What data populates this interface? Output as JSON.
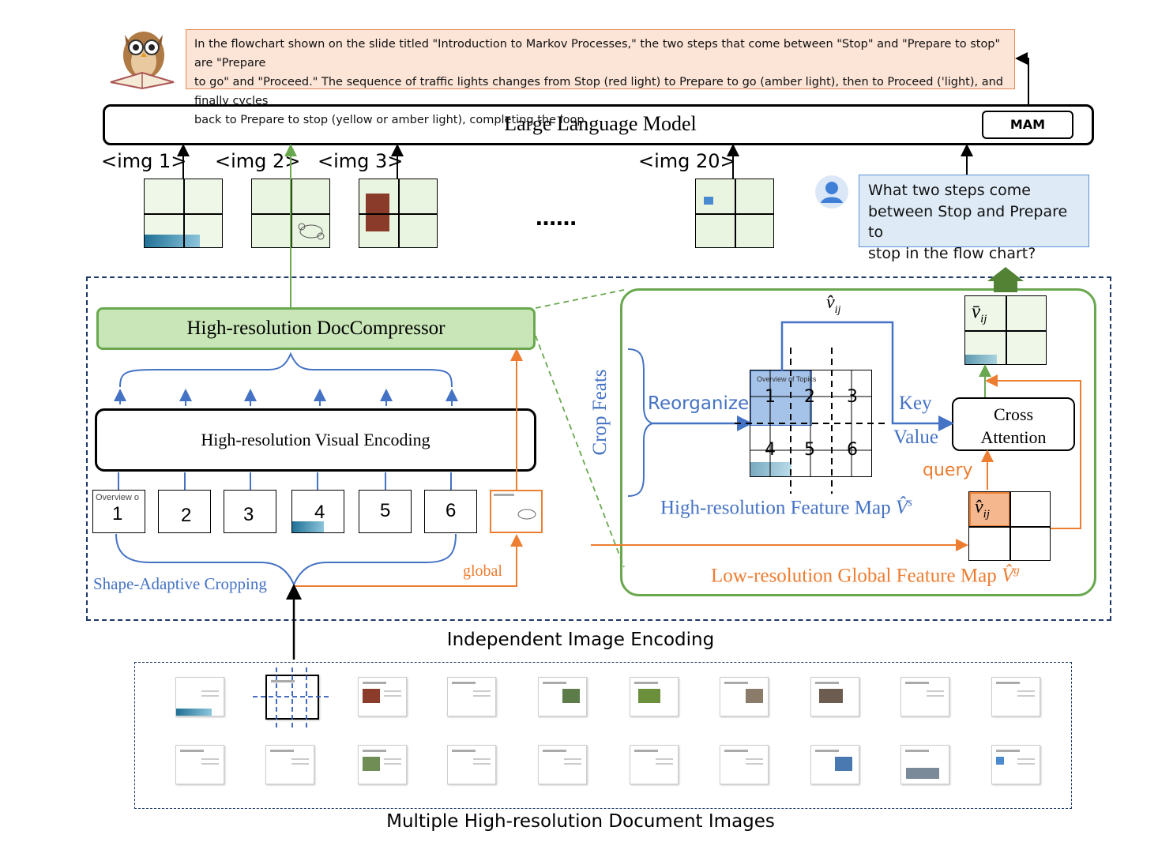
{
  "answer": {
    "lines": [
      "In the flowchart shown on the slide titled \"Introduction to Markov Processes,\" the two steps that come between \"Stop\" and \"Prepare to stop\" are \"Prepare",
      "to go\" and \"Proceed.\" The sequence of traffic lights changes from Stop (red light) to Prepare to go (amber light), then to Proceed ('light), and finally cycles",
      "back to Prepare to stop (yellow or amber light), completing the loop."
    ]
  },
  "llm": {
    "title": "Large Language Model",
    "mam_label": "MAM"
  },
  "image_tokens": [
    "<img 1>",
    "<img 2>",
    "<img 3>",
    "<img 20>"
  ],
  "ellipsis": "……",
  "question": {
    "lines": [
      "What two steps come",
      "between Stop and Prepare to",
      "stop in the flow chart?"
    ]
  },
  "encoder": {
    "doc_compressor_label": "High-resolution DocCompressor",
    "visual_encoding_label": "High-resolution Visual Encoding",
    "crop_numbers": [
      "1",
      "2",
      "3",
      "4",
      "5",
      "6"
    ],
    "shape_adaptive_label": "Shape-Adaptive Cropping",
    "global_label": "global",
    "section_title": "Independent Image Encoding"
  },
  "detail": {
    "crop_feats_label": "Crop Feats",
    "reorganize_label": "Reorganize",
    "key_label": "Key",
    "value_label": "Value",
    "query_label": "query",
    "cross_attention_lines": [
      "Cross",
      "Attention"
    ],
    "grid_numbers": [
      "1",
      "2",
      "3",
      "4",
      "5",
      "6"
    ],
    "hr_map_label": "High-resolution Feature Map",
    "lr_map_label": "Low-resolution Global Feature Map",
    "overview_caption": "Overview of Topics"
  },
  "bottom_title": "Multiple High-resolution Document Images",
  "colors": {
    "blue": "#4472c4",
    "orange": "#ed7d31",
    "green": "#6aa84f",
    "answer_fill": "#fce4d6",
    "question_fill": "#deebf7"
  },
  "icons": [
    "owl-reading-icon",
    "user-avatar-icon"
  ]
}
